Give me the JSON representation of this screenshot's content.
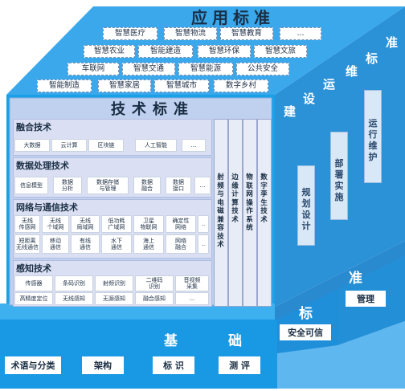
{
  "app_std": {
    "title": "应用标准",
    "rows": [
      [
        "智慧医疗",
        "智慧物流",
        "智慧教育",
        "..."
      ],
      [
        "智慧农业",
        "智能建造",
        "智慧环保",
        "智慧文旅"
      ],
      [
        "车联网",
        "智慧交通",
        "智慧能源",
        "公共安全"
      ],
      [
        "智能制造",
        "智慧家居",
        "智慧城市",
        "数字乡村"
      ]
    ]
  },
  "tech_std": {
    "title": "技术标准",
    "groups": [
      {
        "title": "融合技术",
        "cells": [
          "大数据",
          "云计算",
          "区块链",
          "人工智能",
          "..."
        ]
      },
      {
        "title": "数据处理技术",
        "cells": [
          "信息模型",
          "数据\n分析",
          "数据存储\n与管理",
          "数据\n融合",
          "数据\n接口",
          "..."
        ]
      },
      {
        "title": "网络与通信技术",
        "row1": [
          "无线\n传感网",
          "无线\n个域网",
          "无线\n局域网",
          "低功耗\n广域网",
          "卫星\n物联网",
          "确定性\n网络",
          ".."
        ],
        "row2": [
          "短距离\n无线通信",
          "移动\n通信",
          "有线\n通信",
          "水下\n通信",
          "海上\n通信",
          "网络\n融合",
          ".."
        ]
      },
      {
        "title": "感知技术",
        "row1": [
          "传感器",
          "条码识别",
          "射频识别",
          "二维码\n识别",
          "音视频\n采集"
        ],
        "row2": [
          "高精度定位",
          "无线感知",
          "无源感知",
          "融合感知",
          "..."
        ]
      }
    ],
    "columns": [
      "射频与电磁兼容技术",
      "边缘计算技术",
      "物联网操作系统",
      "数字孪生技术"
    ]
  },
  "build_std": {
    "title_chars": [
      "建",
      "设",
      "运",
      "维",
      "标",
      "准"
    ],
    "boxes": [
      "规划设计",
      "部署实施",
      "运行维护"
    ]
  },
  "basic_std": {
    "title_chars": [
      "基",
      "础"
    ],
    "boxes": [
      "术语与分类",
      "架构",
      "标 识",
      "测 评"
    ]
  },
  "mgmt_std": {
    "title_chars": [
      "标",
      "准"
    ],
    "boxes": [
      "安全可信",
      "管理"
    ]
  },
  "colors": {
    "front": "#18a0e8",
    "top": "#2fa5ea",
    "right": "#2a8fd6",
    "ground": "#5fb7ef"
  }
}
